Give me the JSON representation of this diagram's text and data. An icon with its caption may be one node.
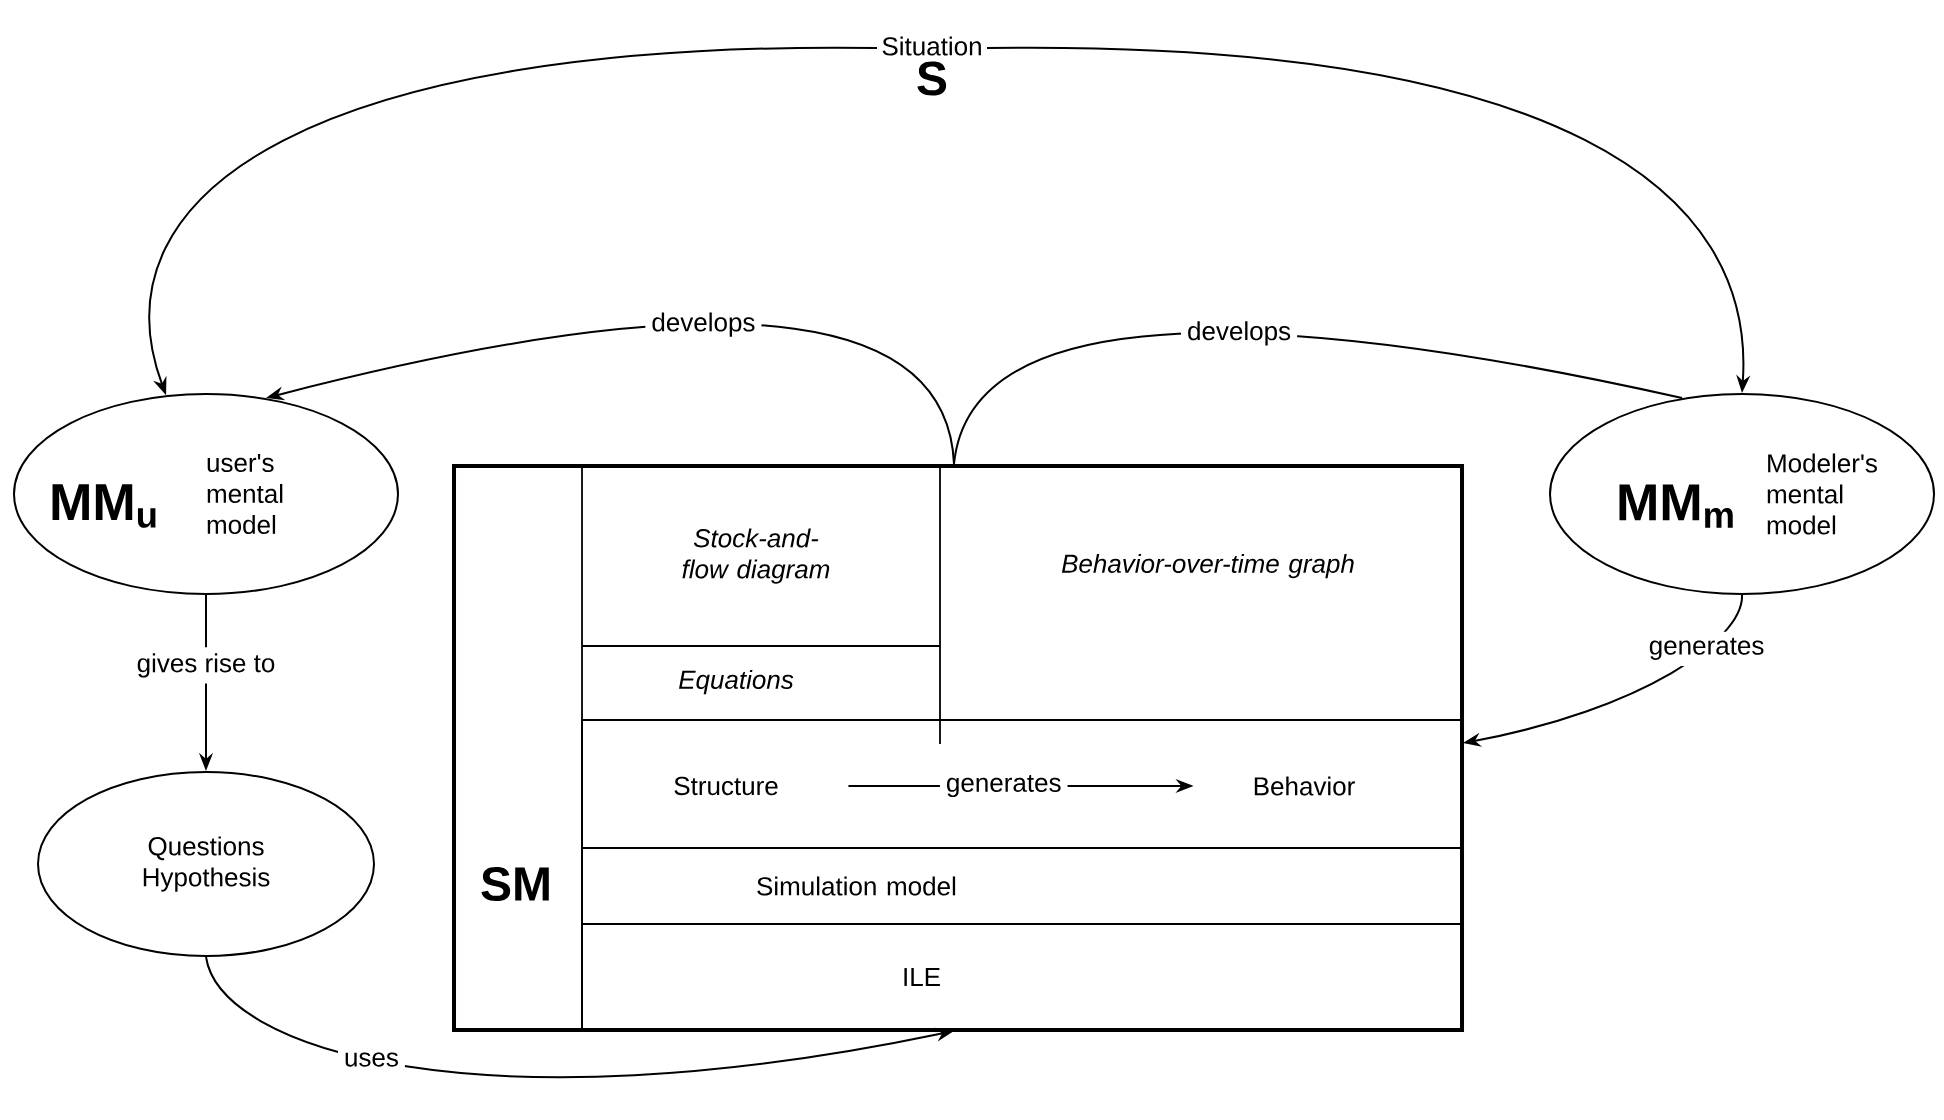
{
  "diagram": {
    "nodes": [
      {
        "text": [
          "Situation",
          "S"
        ]
      },
      {
        "text": [
          "MM$_{u}$",
          "user's mental model"
        ]
      },
      {
        "text": [
          "MM$_{m}$",
          "Modeler's mental model"
        ]
      },
      {
        "text": [
          "Questions Hypothesis"
        ]
      },
      {
        "text": [
          "SM"
        ]
      },
      {
        "text": [
          "Stock-and-flow diagram"
        ],
        "in": 4
      },
      {
        "text": [
          "Behavior-over-time graph"
        ],
        "in": 4
      },
      {
        "text": [
          "Equations"
        ],
        "in": 4
      },
      {
        "text": [],
        "shape": "box",
        "in": 4
      },
      {
        "text": [
          "Structure"
        ],
        "in": 8
      },
      {
        "text": [
          "Behavior"
        ],
        "in": 8
      },
      {
        "text": [
          "Simulation model"
        ],
        "in": 4
      },
      {
        "text": [
          "ILE"
        ],
        "in": 4
      }
    ],
    "edges": [
      {
        "from": 0,
        "to": 1,
        "arrow": "to"
      },
      {
        "from": 0,
        "to": 2,
        "arrow": "to"
      },
      {
        "from": 4,
        "to": 1,
        "arrow": "to",
        "label": "develops"
      },
      {
        "from": 4,
        "to": 2,
        "arrow": "none",
        "label": "develops"
      },
      {
        "from": 1,
        "to": 3,
        "arrow": "to",
        "label": "gives rise to"
      },
      {
        "from": 2,
        "to": 8,
        "arrow": "to",
        "label": "generates"
      },
      {
        "from": 3,
        "to": 12,
        "arrow": "to",
        "label": "uses"
      },
      {
        "from": 9,
        "to": 10,
        "arrow": "to",
        "label": "generates"
      }
    ]
  }
}
